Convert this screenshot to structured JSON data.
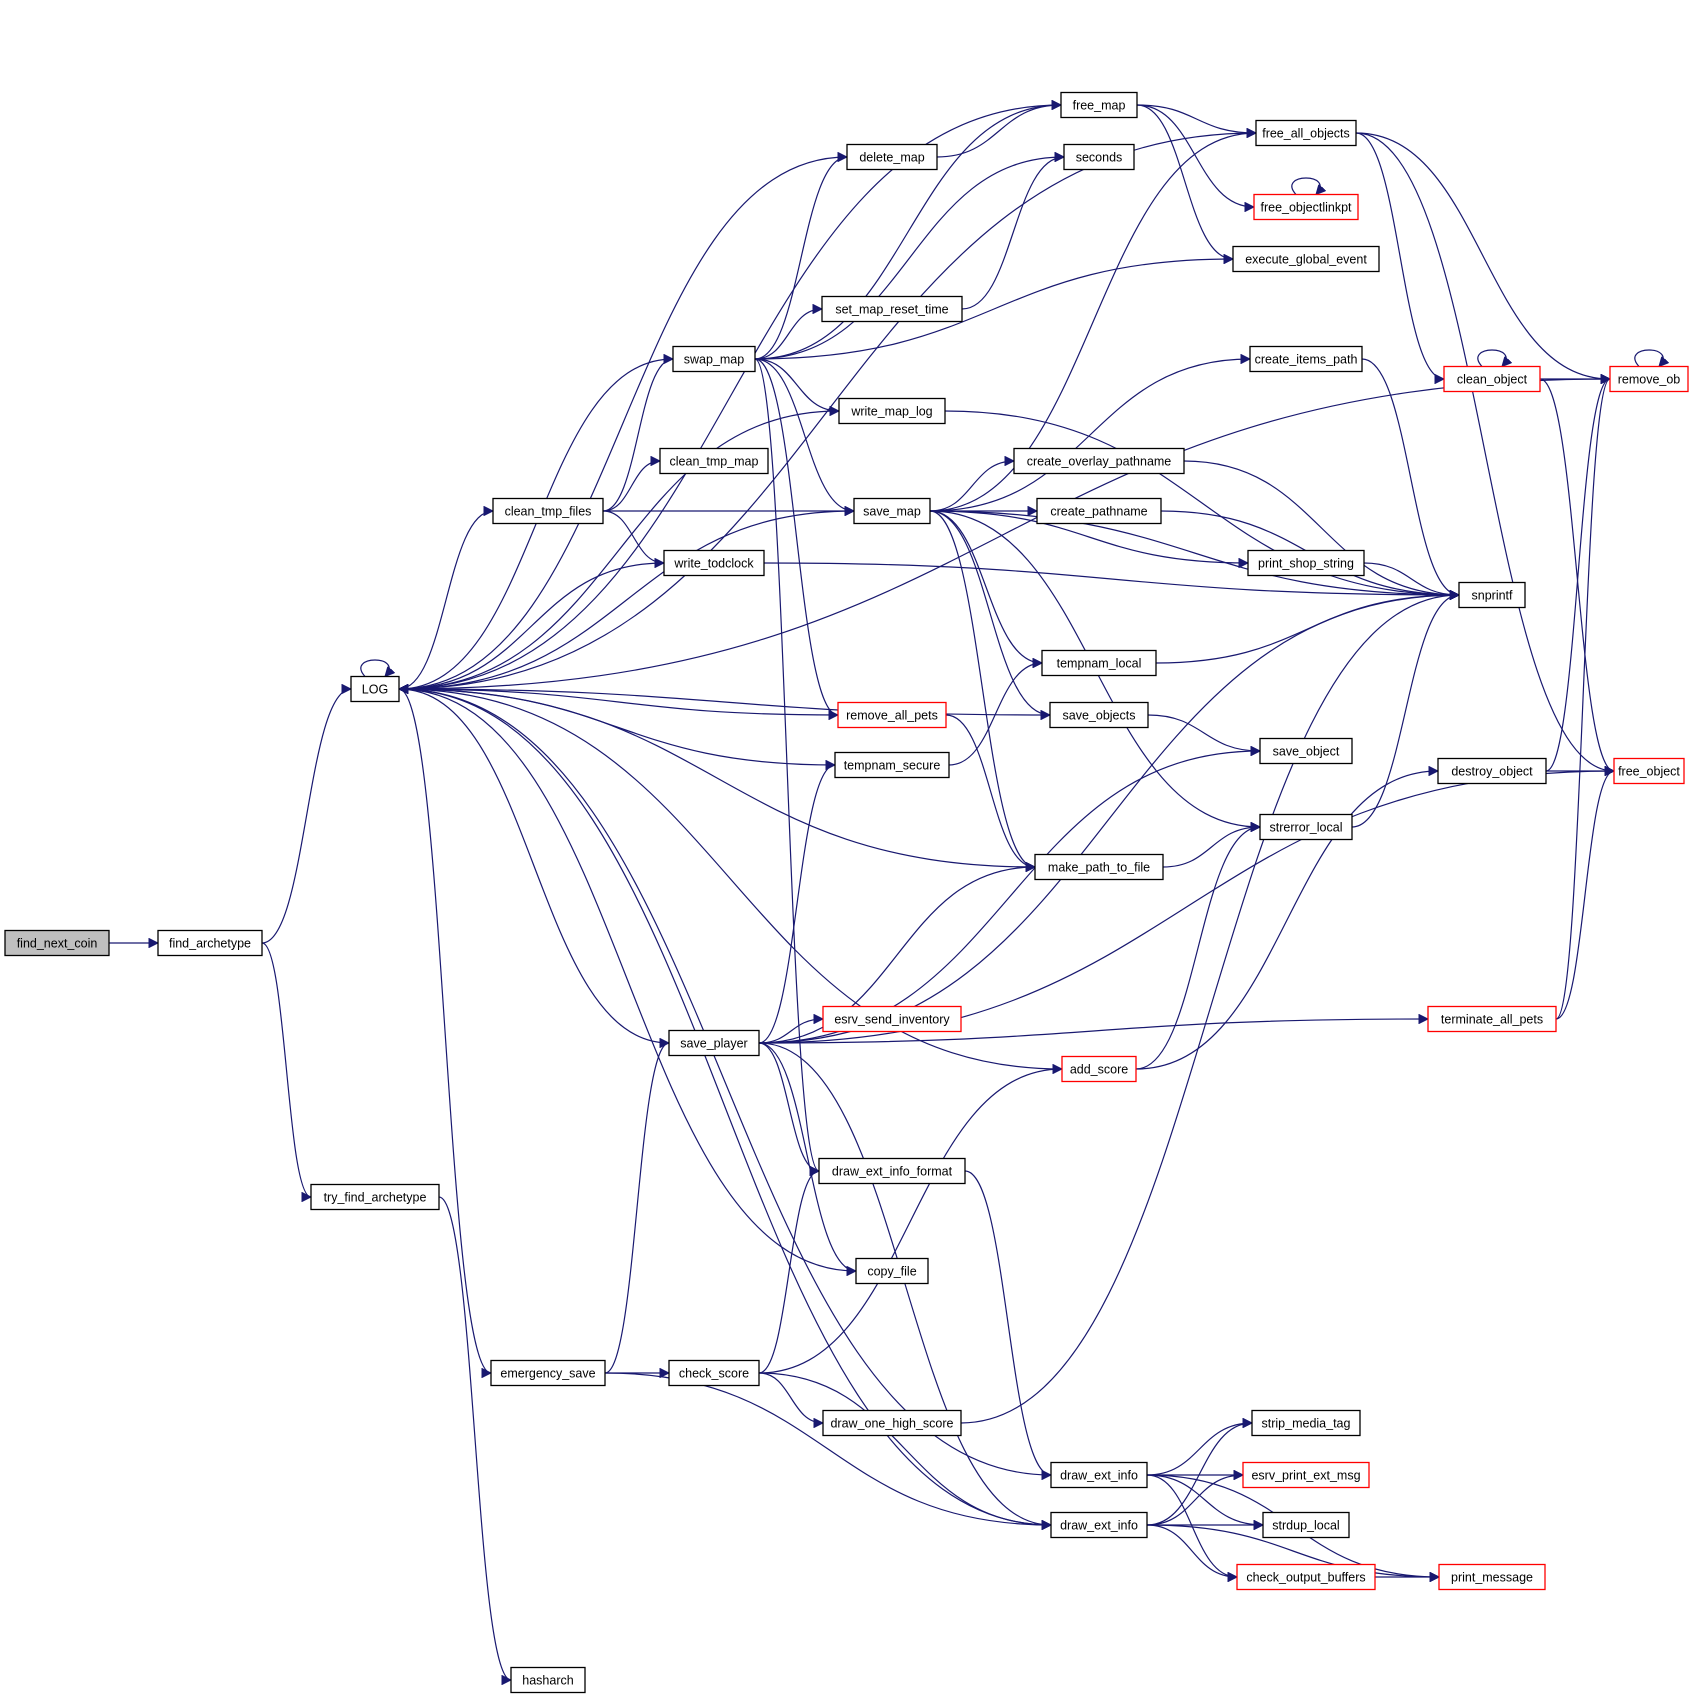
{
  "title": "Call graph for find_next_coin",
  "colors": {
    "edge": "#191970",
    "node_border": "#000000",
    "truncated_border": "#ff0000",
    "root_fill": "#bfbfbf"
  },
  "nodes": [
    {
      "id": "find_next_coin",
      "label": "find_next_coin",
      "root": true
    },
    {
      "id": "find_archetype",
      "label": "find_archetype"
    },
    {
      "id": "LOG",
      "label": "LOG"
    },
    {
      "id": "try_find_archetype",
      "label": "try_find_archetype"
    },
    {
      "id": "hasharch",
      "label": "hasharch"
    },
    {
      "id": "clean_tmp_files",
      "label": "clean_tmp_files"
    },
    {
      "id": "swap_map",
      "label": "swap_map"
    },
    {
      "id": "clean_tmp_map",
      "label": "clean_tmp_map"
    },
    {
      "id": "write_todclock",
      "label": "write_todclock"
    },
    {
      "id": "save_player",
      "label": "save_player"
    },
    {
      "id": "emergency_save",
      "label": "emergency_save"
    },
    {
      "id": "check_score",
      "label": "check_score"
    },
    {
      "id": "delete_map",
      "label": "delete_map"
    },
    {
      "id": "free_map",
      "label": "free_map"
    },
    {
      "id": "seconds",
      "label": "seconds"
    },
    {
      "id": "set_map_reset_time",
      "label": "set_map_reset_time"
    },
    {
      "id": "write_map_log",
      "label": "write_map_log"
    },
    {
      "id": "save_map",
      "label": "save_map"
    },
    {
      "id": "remove_all_pets",
      "label": "remove_all_pets",
      "truncated": true
    },
    {
      "id": "tempnam_secure",
      "label": "tempnam_secure"
    },
    {
      "id": "esrv_send_inventory",
      "label": "esrv_send_inventory",
      "truncated": true
    },
    {
      "id": "draw_ext_info_format",
      "label": "draw_ext_info_format"
    },
    {
      "id": "copy_file",
      "label": "copy_file"
    },
    {
      "id": "draw_one_high_score",
      "label": "draw_one_high_score"
    },
    {
      "id": "draw_ext_info_a",
      "label": "draw_ext_info"
    },
    {
      "id": "draw_ext_info_b",
      "label": "draw_ext_info"
    },
    {
      "id": "free_all_objects",
      "label": "free_all_objects"
    },
    {
      "id": "free_objectlinkpt",
      "label": "free_objectlinkpt",
      "truncated": true
    },
    {
      "id": "execute_global_event",
      "label": "execute_global_event"
    },
    {
      "id": "create_items_path",
      "label": "create_items_path"
    },
    {
      "id": "create_overlay_pathname",
      "label": "create_overlay_pathname"
    },
    {
      "id": "create_pathname",
      "label": "create_pathname"
    },
    {
      "id": "print_shop_string",
      "label": "print_shop_string"
    },
    {
      "id": "tempnam_local",
      "label": "tempnam_local"
    },
    {
      "id": "save_objects",
      "label": "save_objects"
    },
    {
      "id": "save_object",
      "label": "save_object"
    },
    {
      "id": "strerror_local",
      "label": "strerror_local"
    },
    {
      "id": "make_path_to_file",
      "label": "make_path_to_file"
    },
    {
      "id": "add_score",
      "label": "add_score",
      "truncated": true
    },
    {
      "id": "strip_media_tag",
      "label": "strip_media_tag"
    },
    {
      "id": "esrv_print_ext_msg",
      "label": "esrv_print_ext_msg",
      "truncated": true
    },
    {
      "id": "strdup_local",
      "label": "strdup_local"
    },
    {
      "id": "check_output_buffers",
      "label": "check_output_buffers",
      "truncated": true
    },
    {
      "id": "snprintf",
      "label": "snprintf"
    },
    {
      "id": "clean_object",
      "label": "clean_object",
      "truncated": true
    },
    {
      "id": "remove_ob",
      "label": "remove_ob",
      "truncated": true
    },
    {
      "id": "destroy_object",
      "label": "destroy_object"
    },
    {
      "id": "free_object",
      "label": "free_object",
      "truncated": true
    },
    {
      "id": "terminate_all_pets",
      "label": "terminate_all_pets",
      "truncated": true
    },
    {
      "id": "print_message",
      "label": "print_message",
      "truncated": true
    }
  ],
  "edges": [
    [
      "find_next_coin",
      "find_archetype"
    ],
    [
      "find_archetype",
      "LOG"
    ],
    [
      "find_archetype",
      "try_find_archetype"
    ],
    [
      "try_find_archetype",
      "hasharch"
    ],
    [
      "LOG",
      "LOG"
    ],
    [
      "LOG",
      "clean_tmp_files"
    ],
    [
      "LOG",
      "emergency_save"
    ],
    [
      "clean_tmp_files",
      "swap_map"
    ],
    [
      "clean_tmp_files",
      "clean_tmp_map"
    ],
    [
      "clean_tmp_files",
      "save_map"
    ],
    [
      "clean_tmp_files",
      "write_todclock"
    ],
    [
      "swap_map",
      "LOG"
    ],
    [
      "swap_map",
      "delete_map"
    ],
    [
      "swap_map",
      "free_map"
    ],
    [
      "swap_map",
      "seconds"
    ],
    [
      "swap_map",
      "set_map_reset_time"
    ],
    [
      "swap_map",
      "execute_global_event"
    ],
    [
      "swap_map",
      "write_map_log"
    ],
    [
      "swap_map",
      "save_map"
    ],
    [
      "swap_map",
      "remove_all_pets"
    ],
    [
      "swap_map",
      "draw_ext_info_format"
    ],
    [
      "delete_map",
      "LOG"
    ],
    [
      "delete_map",
      "free_map"
    ],
    [
      "free_map",
      "LOG"
    ],
    [
      "free_map",
      "free_all_objects"
    ],
    [
      "free_map",
      "free_objectlinkpt"
    ],
    [
      "free_map",
      "execute_global_event"
    ],
    [
      "set_map_reset_time",
      "seconds"
    ],
    [
      "write_map_log",
      "LOG"
    ],
    [
      "write_map_log",
      "snprintf"
    ],
    [
      "write_todclock",
      "LOG"
    ],
    [
      "write_todclock",
      "snprintf"
    ],
    [
      "save_map",
      "LOG"
    ],
    [
      "save_map",
      "free_all_objects"
    ],
    [
      "save_map",
      "create_items_path"
    ],
    [
      "save_map",
      "snprintf"
    ],
    [
      "save_map",
      "create_overlay_pathname"
    ],
    [
      "save_map",
      "create_pathname"
    ],
    [
      "save_map",
      "print_shop_string"
    ],
    [
      "save_map",
      "tempnam_local"
    ],
    [
      "save_map",
      "save_objects"
    ],
    [
      "save_map",
      "strerror_local"
    ],
    [
      "save_map",
      "make_path_to_file"
    ],
    [
      "free_all_objects",
      "LOG"
    ],
    [
      "free_all_objects",
      "clean_object"
    ],
    [
      "free_all_objects",
      "remove_ob"
    ],
    [
      "free_all_objects",
      "free_object"
    ],
    [
      "free_objectlinkpt",
      "free_objectlinkpt"
    ],
    [
      "clean_object",
      "clean_object"
    ],
    [
      "clean_object",
      "remove_ob"
    ],
    [
      "clean_object",
      "free_object"
    ],
    [
      "remove_ob",
      "remove_ob"
    ],
    [
      "remove_ob",
      "LOG"
    ],
    [
      "create_items_path",
      "snprintf"
    ],
    [
      "create_overlay_pathname",
      "snprintf"
    ],
    [
      "create_pathname",
      "snprintf"
    ],
    [
      "print_shop_string",
      "snprintf"
    ],
    [
      "tempnam_local",
      "snprintf"
    ],
    [
      "save_objects",
      "LOG"
    ],
    [
      "save_objects",
      "save_object"
    ],
    [
      "remove_all_pets",
      "LOG"
    ],
    [
      "remove_all_pets",
      "make_path_to_file"
    ],
    [
      "tempnam_secure",
      "LOG"
    ],
    [
      "tempnam_secure",
      "tempnam_local"
    ],
    [
      "make_path_to_file",
      "LOG"
    ],
    [
      "make_path_to_file",
      "strerror_local"
    ],
    [
      "strerror_local",
      "snprintf"
    ],
    [
      "destroy_object",
      "remove_ob"
    ],
    [
      "destroy_object",
      "free_object"
    ],
    [
      "terminate_all_pets",
      "remove_ob"
    ],
    [
      "terminate_all_pets",
      "free_object"
    ],
    [
      "save_player",
      "LOG"
    ],
    [
      "save_player",
      "tempnam_secure"
    ],
    [
      "save_player",
      "save_object"
    ],
    [
      "save_player",
      "snprintf"
    ],
    [
      "save_player",
      "free_object"
    ],
    [
      "save_player",
      "esrv_send_inventory"
    ],
    [
      "save_player",
      "make_path_to_file"
    ],
    [
      "save_player",
      "terminate_all_pets"
    ],
    [
      "save_player",
      "draw_ext_info_format"
    ],
    [
      "save_player",
      "copy_file"
    ],
    [
      "save_player",
      "draw_ext_info_b"
    ],
    [
      "copy_file",
      "LOG"
    ],
    [
      "emergency_save",
      "save_player"
    ],
    [
      "emergency_save",
      "check_score"
    ],
    [
      "emergency_save",
      "draw_ext_info_b"
    ],
    [
      "check_score",
      "draw_ext_info_format"
    ],
    [
      "check_score",
      "add_score"
    ],
    [
      "check_score",
      "draw_one_high_score"
    ],
    [
      "check_score",
      "draw_ext_info_b"
    ],
    [
      "add_score",
      "LOG"
    ],
    [
      "add_score",
      "strerror_local"
    ],
    [
      "add_score",
      "destroy_object"
    ],
    [
      "draw_one_high_score",
      "snprintf"
    ],
    [
      "draw_ext_info_format",
      "draw_ext_info_a"
    ],
    [
      "draw_ext_info_a",
      "LOG"
    ],
    [
      "draw_ext_info_a",
      "strip_media_tag"
    ],
    [
      "draw_ext_info_a",
      "esrv_print_ext_msg"
    ],
    [
      "draw_ext_info_a",
      "strdup_local"
    ],
    [
      "draw_ext_info_a",
      "check_output_buffers"
    ],
    [
      "draw_ext_info_a",
      "print_message"
    ],
    [
      "draw_ext_info_b",
      "LOG"
    ],
    [
      "draw_ext_info_b",
      "strip_media_tag"
    ],
    [
      "draw_ext_info_b",
      "esrv_print_ext_msg"
    ],
    [
      "draw_ext_info_b",
      "strdup_local"
    ],
    [
      "draw_ext_info_b",
      "check_output_buffers"
    ],
    [
      "draw_ext_info_b",
      "print_message"
    ],
    [
      "check_output_buffers",
      "print_message"
    ]
  ]
}
